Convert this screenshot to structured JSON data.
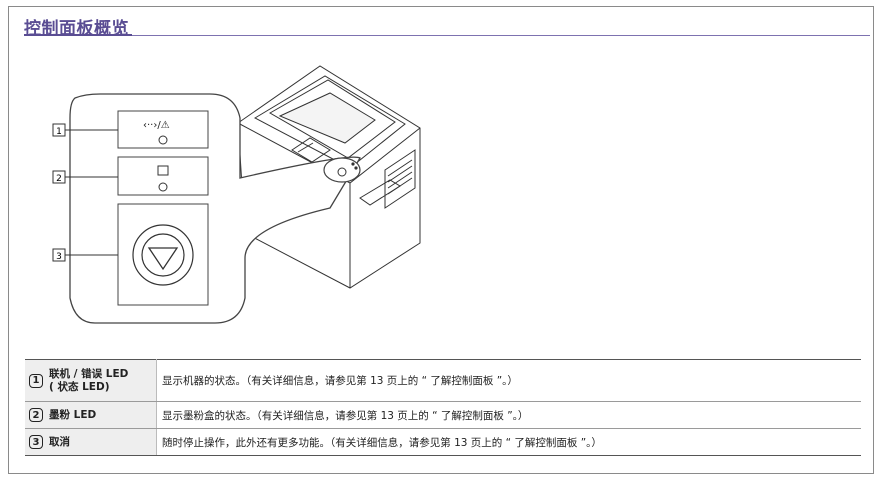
{
  "page": {
    "title": "控制面板概览"
  },
  "figure": {
    "callouts": [
      "1",
      "2",
      "3"
    ]
  },
  "table": {
    "rows": [
      {
        "num": "1",
        "name_line1": "联机 / 错误 LED",
        "name_line2": "( 状态 LED)",
        "desc": "显示机器的状态。（有关详细信息，请参见第 13 页上的 “ 了解控制面板 ”。）"
      },
      {
        "num": "2",
        "name_line1": "墨粉 LED",
        "name_line2": "",
        "desc": "显示墨粉盒的状态。（有关详细信息，请参见第 13 页上的 “ 了解控制面板 ”。）"
      },
      {
        "num": "3",
        "name_line1": "取消",
        "name_line2": "",
        "desc": "随时停止操作，此外还有更多功能。（有关详细信息，请参见第 13 页上的 “ 了解控制面板 ”。）"
      }
    ]
  }
}
